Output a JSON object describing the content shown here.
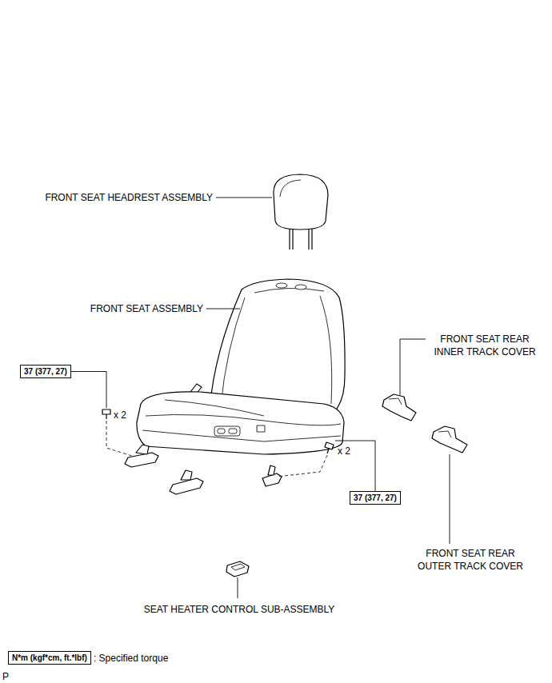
{
  "diagram": {
    "nodes": [
      {
        "text": [
          "37 (377, 27)"
        ]
      },
      {
        "text": [
          "37 (377, 27)"
        ]
      },
      {
        "text": [
          "N*m (kgf*cm, ft.*lbf)"
        ]
      }
    ],
    "labels": [
      "FRONT SEAT HEADREST ASSEMBLY",
      "FRONT SEAT ASSEMBLY",
      "FRONT SEAT REAR INNER TRACK COVER",
      "x 2",
      "x 2",
      "FRONT SEAT REAR OUTER TRACK COVER",
      "SEAT HEATER CONTROL SUB-ASSEMBLY",
      ": Specified torque",
      "P"
    ]
  }
}
